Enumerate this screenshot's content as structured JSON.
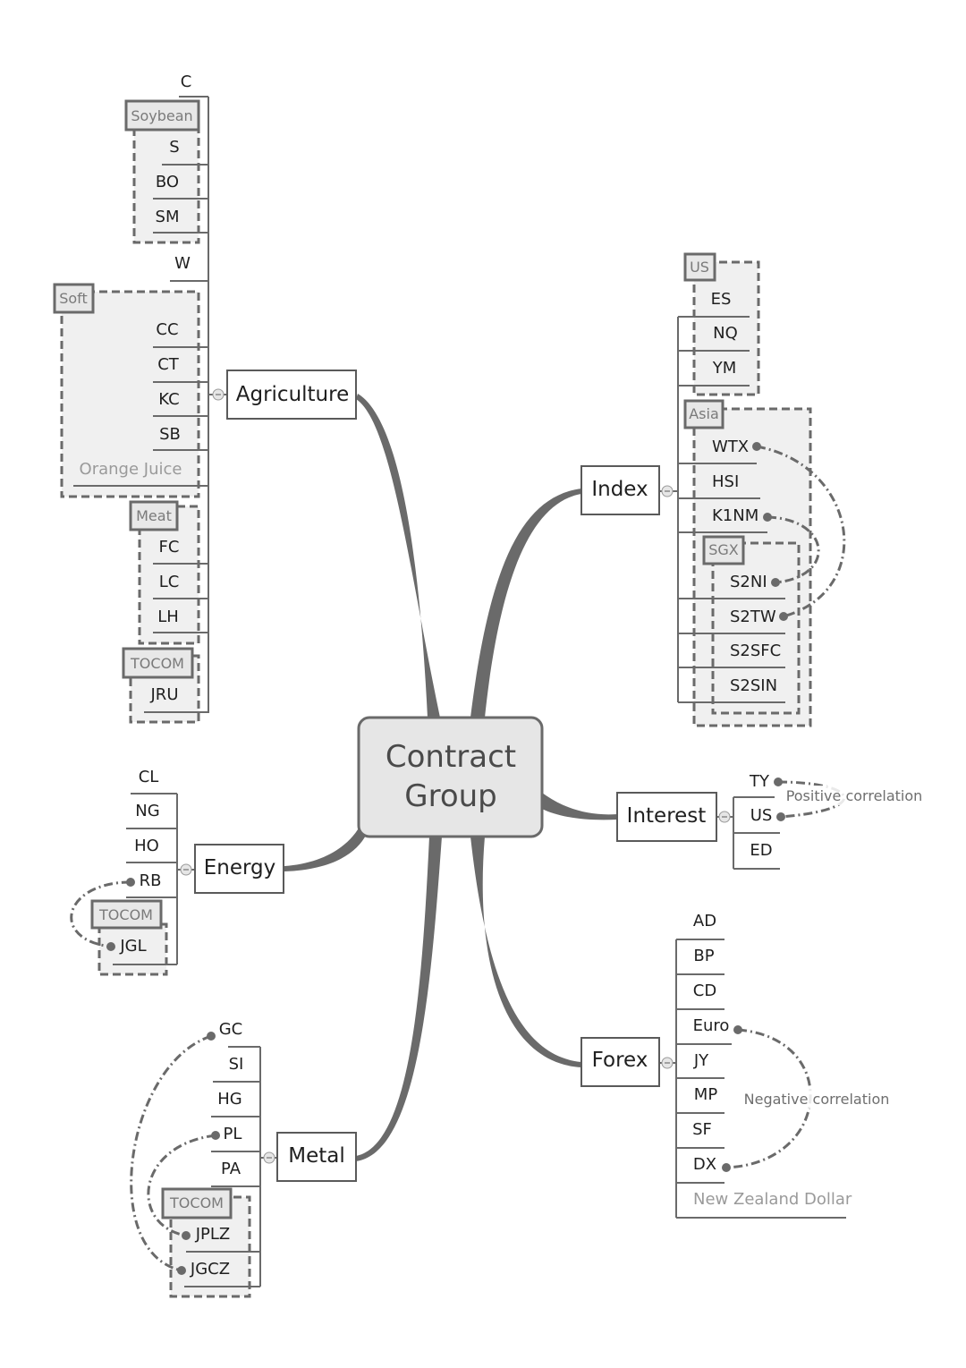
{
  "central": {
    "line1": "Contract",
    "line2": "Group"
  },
  "topics": {
    "agriculture": "Agriculture",
    "index": "Index",
    "energy": "Energy",
    "interest": "Interest",
    "metal": "Metal",
    "forex": "Forex"
  },
  "agriculture": {
    "c": "C",
    "soybean": {
      "tag": "Soybean",
      "items": [
        "S",
        "BO",
        "SM"
      ]
    },
    "w": "W",
    "soft": {
      "tag": "Soft",
      "items": [
        "CC",
        "CT",
        "KC",
        "SB",
        "Orange Juice"
      ]
    },
    "meat": {
      "tag": "Meat",
      "items": [
        "FC",
        "LC",
        "LH"
      ]
    },
    "tocom": {
      "tag": "TOCOM",
      "items": [
        "JRU"
      ]
    }
  },
  "index": {
    "us": {
      "tag": "US",
      "items": [
        "ES",
        "NQ",
        "YM"
      ]
    },
    "asia": {
      "tag": "Asia",
      "items": [
        "WTX",
        "HSI",
        "K1NM"
      ]
    },
    "sgx": {
      "tag": "SGX",
      "items": [
        "S2NI",
        "S2TW",
        "S2SFC",
        "S2SIN"
      ]
    }
  },
  "energy": {
    "items": [
      "CL",
      "NG",
      "HO",
      "RB"
    ],
    "tocom": {
      "tag": "TOCOM",
      "items": [
        "JGL"
      ]
    }
  },
  "interest": {
    "items": [
      "TY",
      "US",
      "ED"
    ],
    "note": "Positive correlation"
  },
  "metal": {
    "items": [
      "GC",
      "SI",
      "HG",
      "PL",
      "PA"
    ],
    "tocom": {
      "tag": "TOCOM",
      "items": [
        "JPLZ",
        "JGCZ"
      ]
    }
  },
  "forex": {
    "items": [
      "AD",
      "BP",
      "CD",
      "Euro",
      "JY",
      "MP",
      "SF",
      "DX",
      "New Zealand Dollar"
    ],
    "note": "Negative correlation"
  },
  "icons": {
    "collapse": "collapse-minus-icon"
  },
  "colors": {
    "stroke": "#6a6a6a",
    "group_fill": "#f0f0f0",
    "central_fill": "#e6e6e6"
  }
}
